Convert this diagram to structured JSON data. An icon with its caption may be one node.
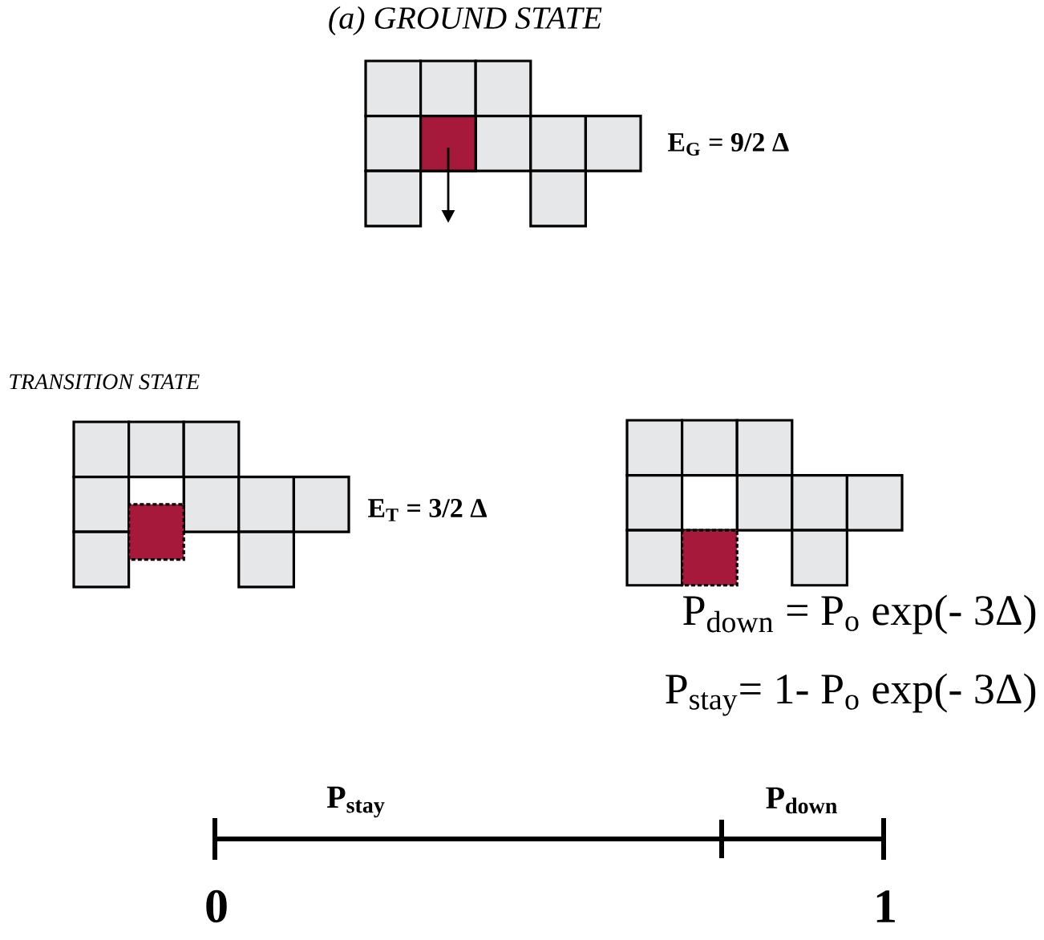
{
  "diagram": {
    "title": "(a) GROUND STATE",
    "labels": [
      "E$_{G}$ = 9/2 Δ",
      "TRANSITION STATE",
      "E$_{T}$ = 3/2 Δ",
      "P$_{down}$ = P$_{o}$ exp(- 3Δ)",
      "P$_{stay}$= 1- P$_{o}$ exp(- 3Δ)",
      "P$_{stay}$",
      "P$_{down}$",
      "0",
      "1"
    ]
  }
}
